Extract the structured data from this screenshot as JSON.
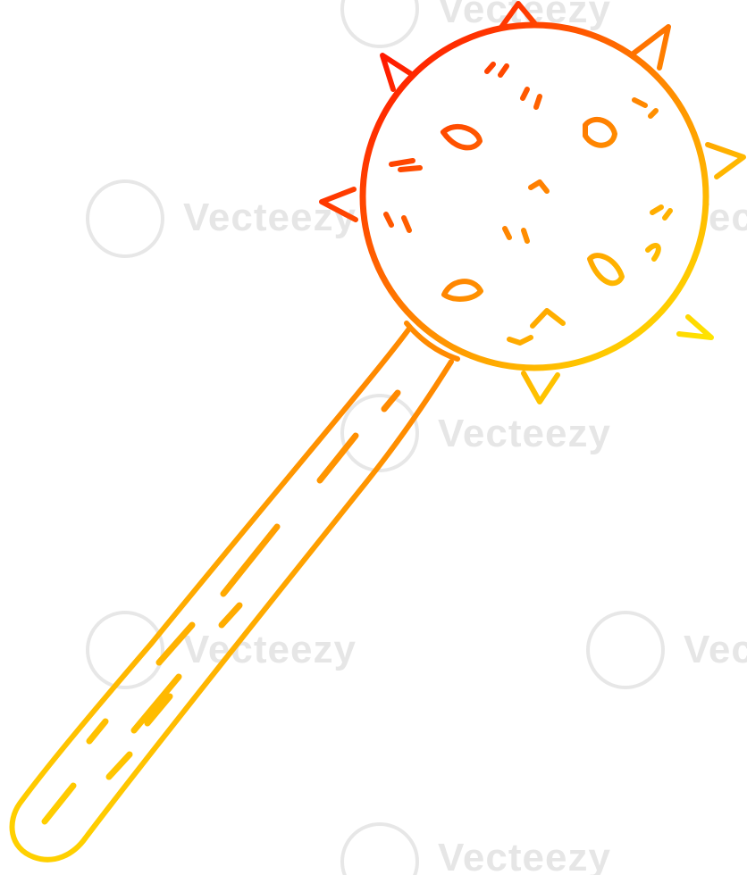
{
  "illustration": {
    "subject": "cartoon spiked mace",
    "style": "line art with warm gradient",
    "gradient": {
      "start_color": "#ff1a00",
      "mid_color": "#ff8a00",
      "end_color": "#ffe600"
    },
    "background_color": "#ffffff"
  },
  "watermark": {
    "text": "Vecteezy",
    "color": "#c9c9c9"
  }
}
